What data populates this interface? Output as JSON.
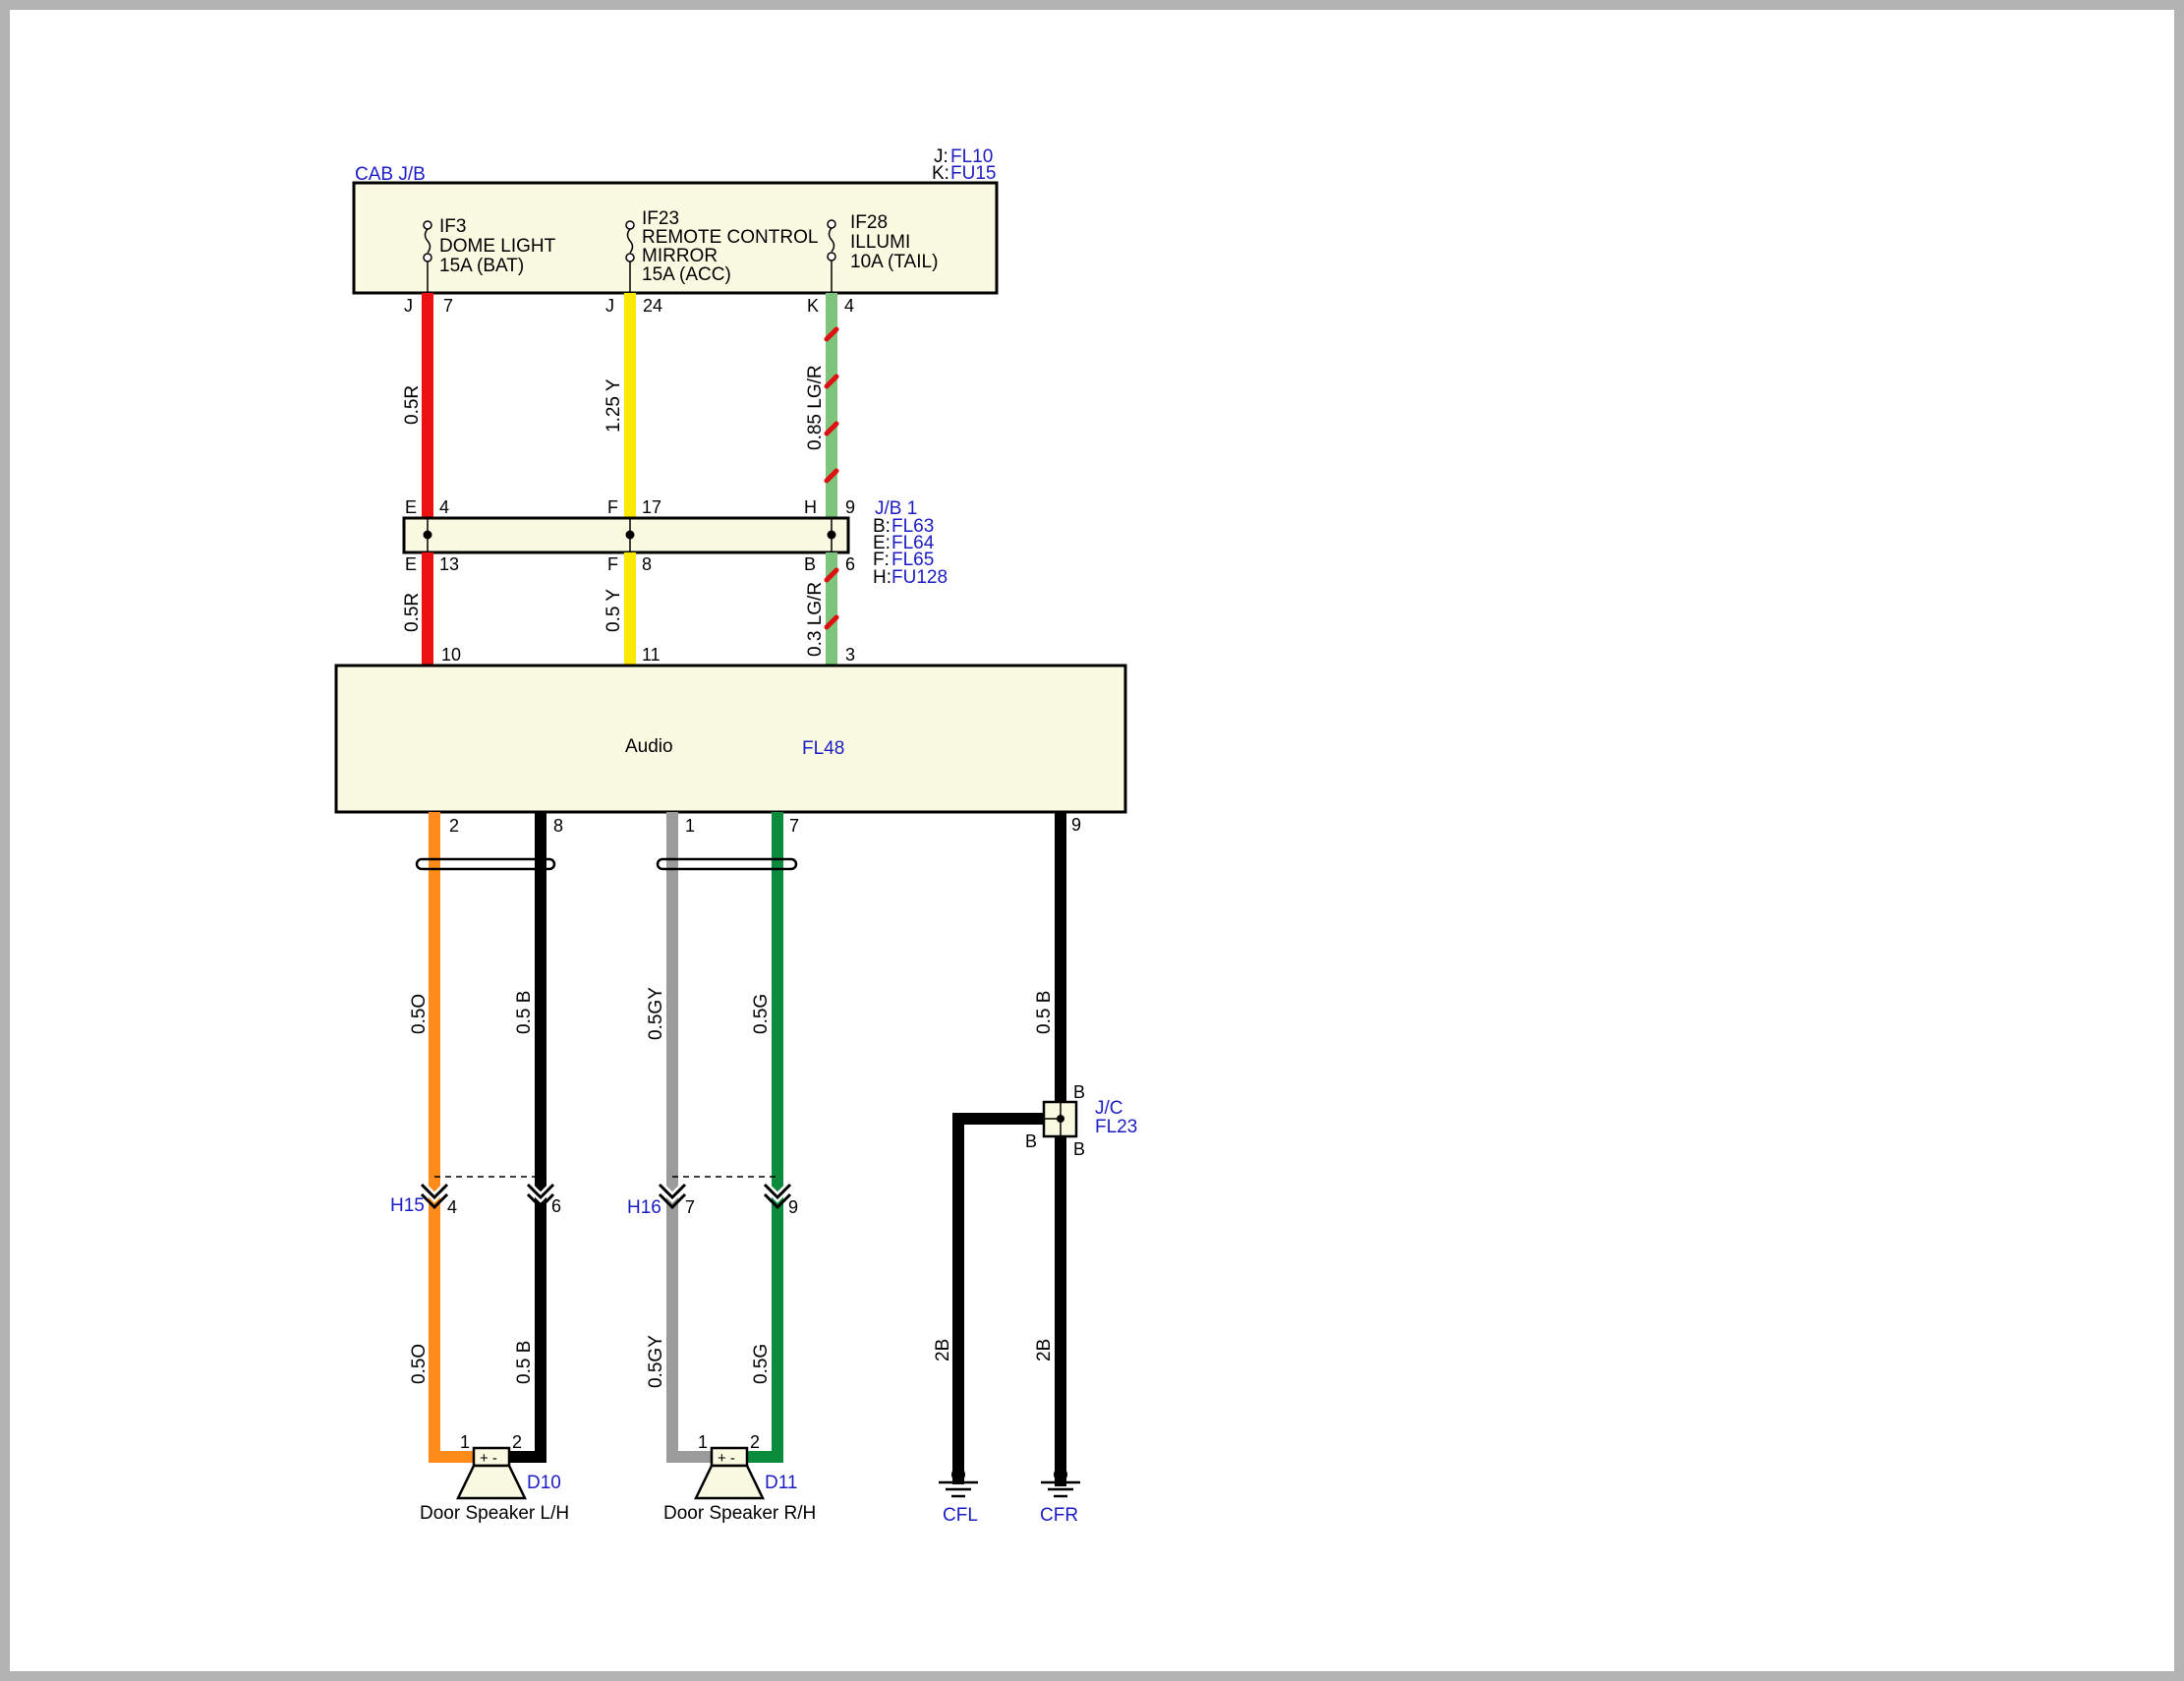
{
  "colors": {
    "box_fill": "#fafae3",
    "red": "#ee1111",
    "yellow": "#ffe800",
    "light_green": "#7dc47d",
    "orange": "#ff8c1a",
    "black": "#000000",
    "gray": "#9b9b9b",
    "green": "#0a8c3c",
    "ref_blue": "#1c1cc4"
  },
  "cab_jb": {
    "name": "CAB J/B",
    "refs": [
      {
        "key": "J:",
        "ref": "FL10"
      },
      {
        "key": "K:",
        "ref": "FU15"
      }
    ],
    "fuses": [
      {
        "id": "IF3",
        "lines": [
          "DOME LIGHT",
          "15A (BAT)"
        ],
        "pin_conn": "J",
        "pin_num": "7"
      },
      {
        "id": "IF23",
        "lines": [
          "REMOTE CONTROL",
          "MIRROR",
          "15A (ACC)"
        ],
        "pin_conn": "J",
        "pin_num": "24"
      },
      {
        "id": "IF28",
        "lines": [
          "ILLUMI",
          "10A (TAIL)"
        ],
        "pin_conn": "K",
        "pin_num": "4"
      }
    ]
  },
  "upper_wires": [
    {
      "spec": "0.5R",
      "color": "red"
    },
    {
      "spec": "1.25 Y",
      "color": "yellow"
    },
    {
      "spec": "0.85 LG/R",
      "color": "light_green_red"
    }
  ],
  "jb1": {
    "name": "J/B 1",
    "refs": [
      {
        "key": "B:",
        "ref": "FL63"
      },
      {
        "key": "E:",
        "ref": "FL64"
      },
      {
        "key": "F:",
        "ref": "FL65"
      },
      {
        "key": "H:",
        "ref": "FU128"
      }
    ],
    "top_pins": [
      {
        "conn": "E",
        "num": "4"
      },
      {
        "conn": "F",
        "num": "17"
      },
      {
        "conn": "H",
        "num": "9"
      }
    ],
    "bottom_pins": [
      {
        "conn": "E",
        "num": "13"
      },
      {
        "conn": "F",
        "num": "8"
      },
      {
        "conn": "B",
        "num": "6"
      }
    ]
  },
  "mid_wires": [
    {
      "spec": "0.5R",
      "color": "red"
    },
    {
      "spec": "0.5 Y",
      "color": "yellow"
    },
    {
      "spec": "0.3 LG/R",
      "color": "light_green_red"
    }
  ],
  "audio": {
    "name": "Audio",
    "ref": "FL48",
    "top_pins": [
      "10",
      "11",
      "3"
    ],
    "bottom_pins": [
      "2",
      "8",
      "1",
      "7",
      "9"
    ]
  },
  "lower_wires": {
    "upper_specs": [
      "0.5O",
      "0.5 B",
      "0.5GY",
      "0.5G",
      "0.5 B"
    ],
    "lower_specs": [
      "0.5O",
      "0.5 B",
      "0.5GY",
      "0.5G"
    ]
  },
  "connectors": [
    {
      "name": "H15",
      "pins": [
        "4",
        "6"
      ]
    },
    {
      "name": "H16",
      "pins": [
        "7",
        "9"
      ]
    }
  ],
  "speakers": [
    {
      "ref": "D10",
      "name": "Door Speaker L/H",
      "pin_plus": "1",
      "pin_minus": "2",
      "polarity": "+ -"
    },
    {
      "ref": "D11",
      "name": "Door Speaker R/H",
      "pin_plus": "1",
      "pin_minus": "2",
      "polarity": "+ -"
    }
  ],
  "joint": {
    "name": "J/C",
    "ref": "FL23",
    "pin_top": "B",
    "pin_left": "B",
    "pin_bottom": "B"
  },
  "ground_wires": [
    "2B",
    "2B"
  ],
  "grounds": [
    "CFL",
    "CFR"
  ]
}
